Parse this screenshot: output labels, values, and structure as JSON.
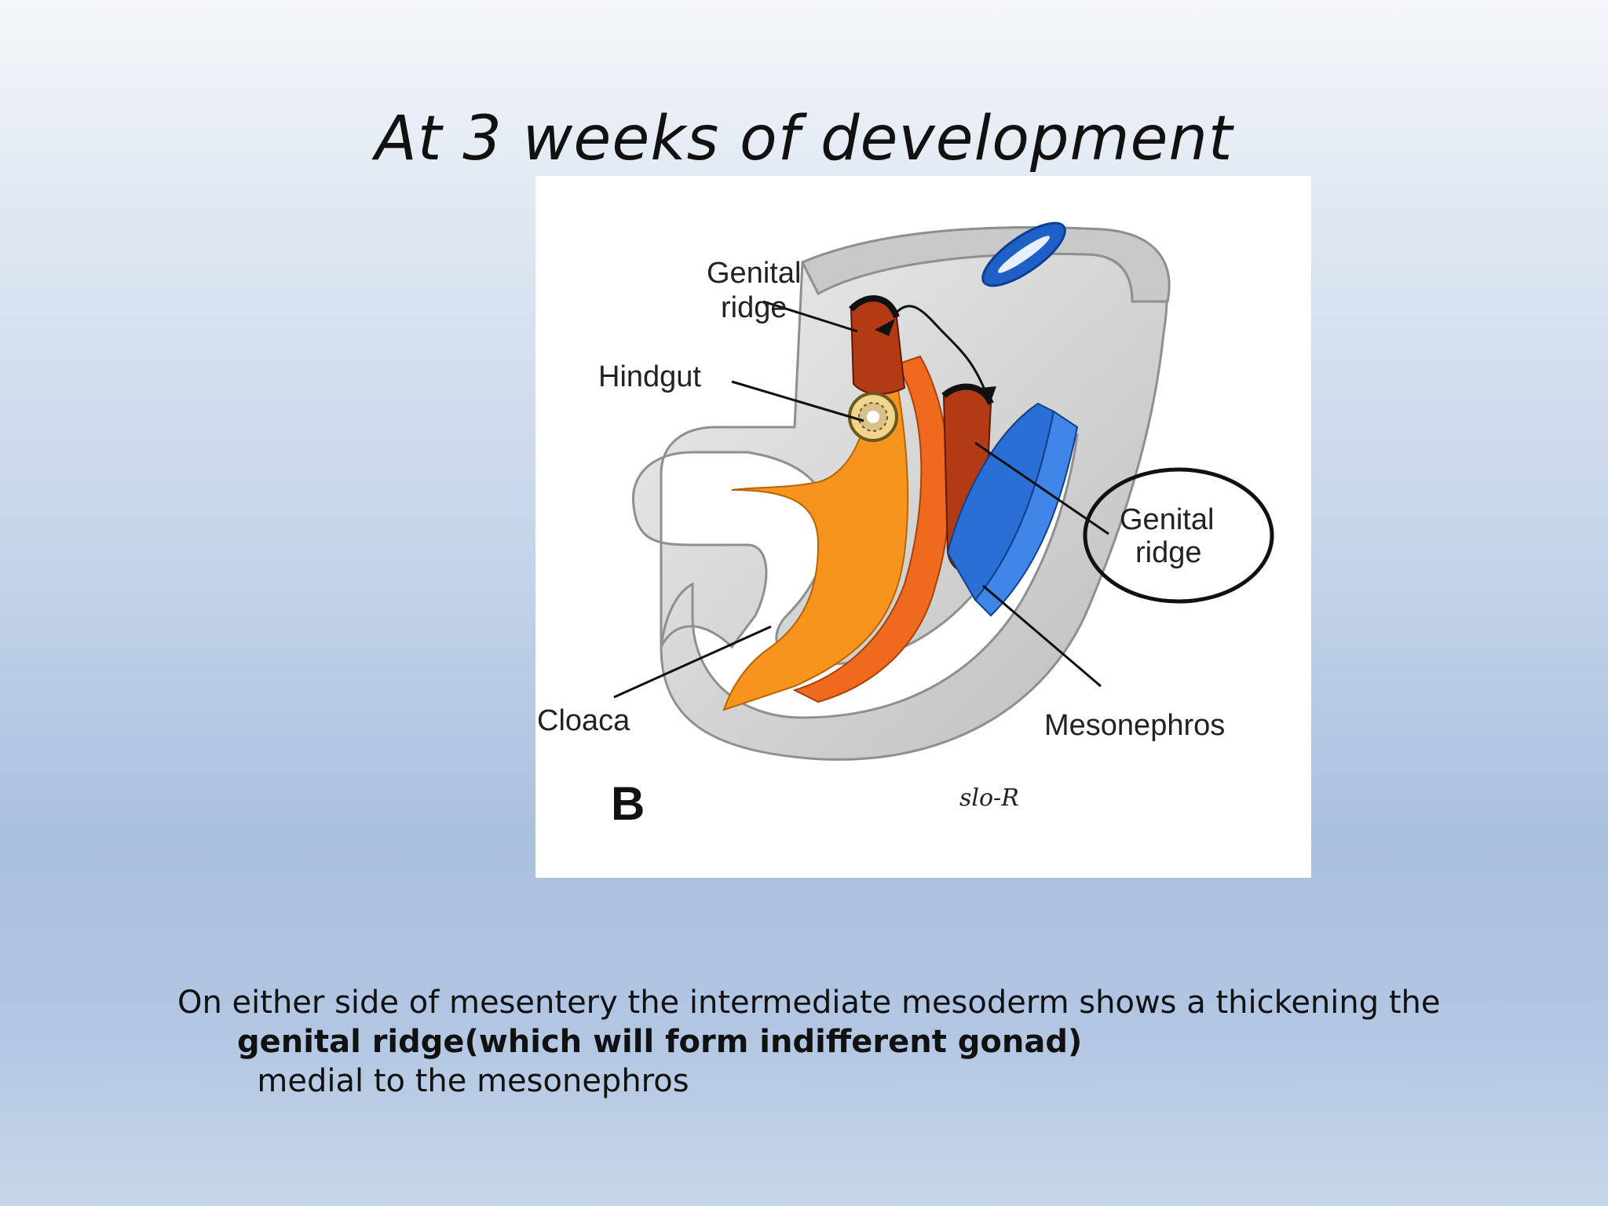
{
  "slide": {
    "title": "At 3 weeks of development"
  },
  "figure": {
    "labels": {
      "genital_ridge_top_line1": "Genital",
      "genital_ridge_top_line2": "ridge",
      "hindgut": "Hindgut",
      "genital_ridge_right_line1": "Genital",
      "genital_ridge_right_line2": "ridge",
      "cloaca": "Cloaca",
      "mesonephros": "Mesonephros",
      "panel_letter": "B",
      "signature": "slo-R"
    },
    "colors": {
      "embryo_body": "#d8d8d8",
      "embryo_edge": "#9a9a9a",
      "hindgut_orange": "#f7941d",
      "mesentery_orange": "#ef6a1e",
      "genital_ridge_red": "#b23b16",
      "mesonephros_blue": "#2a6fd6",
      "neural_tube_blue": "#1f5fc8"
    }
  },
  "caption": {
    "line1": "On either side of mesentery the intermediate mesoderm shows a thickening the",
    "line2_bold": "genital ridge(which will form indifferent gonad)",
    "line2_rest": "  medial to the mesonephros"
  }
}
